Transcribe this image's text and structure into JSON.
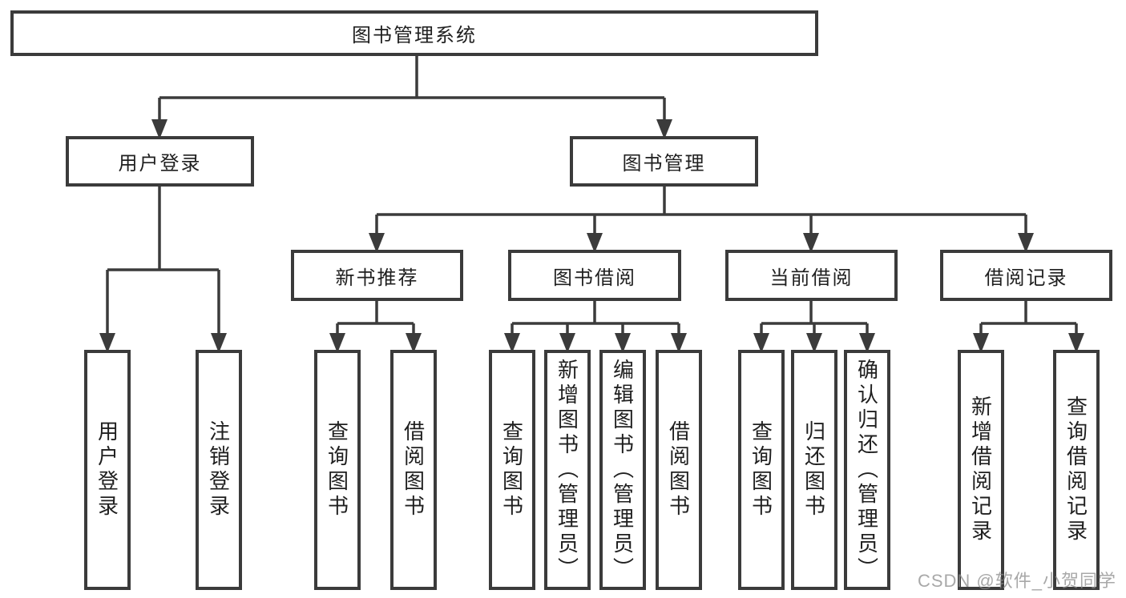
{
  "colors": {
    "line": "#3b3b3b",
    "text": "#1f1f1f",
    "watermark": "#8c8c8c",
    "background": "#ffffff"
  },
  "nodes": {
    "root": {
      "label": "图书管理系统"
    },
    "user_login": {
      "label": "用户登录"
    },
    "book_management": {
      "label": "图书管理"
    },
    "new_book_recommend": {
      "label": "新书推荐"
    },
    "book_borrow": {
      "label": "图书借阅"
    },
    "current_borrow": {
      "label": "当前借阅"
    },
    "borrow_record": {
      "label": "借阅记录"
    },
    "leaf_user_login": {
      "label": "用户登录"
    },
    "leaf_logout": {
      "label": "注销登录"
    },
    "leaf_nb_query": {
      "label": "查询图书"
    },
    "leaf_nb_borrow": {
      "label": "借阅图书"
    },
    "leaf_bb_query": {
      "label": "查询图书"
    },
    "leaf_bb_add": {
      "label": "新增图书（管理员）"
    },
    "leaf_bb_edit": {
      "label": "编辑图书（管理员）"
    },
    "leaf_bb_borrow": {
      "label": "借阅图书"
    },
    "leaf_cb_query": {
      "label": "查询图书"
    },
    "leaf_cb_return": {
      "label": "归还图书"
    },
    "leaf_cb_confirm": {
      "label": "确认归还（管理员）"
    },
    "leaf_br_add": {
      "label": "新增借阅记录"
    },
    "leaf_br_query": {
      "label": "查询借阅记录"
    }
  },
  "watermark": {
    "text": "CSDN @软件_小贺同学"
  }
}
